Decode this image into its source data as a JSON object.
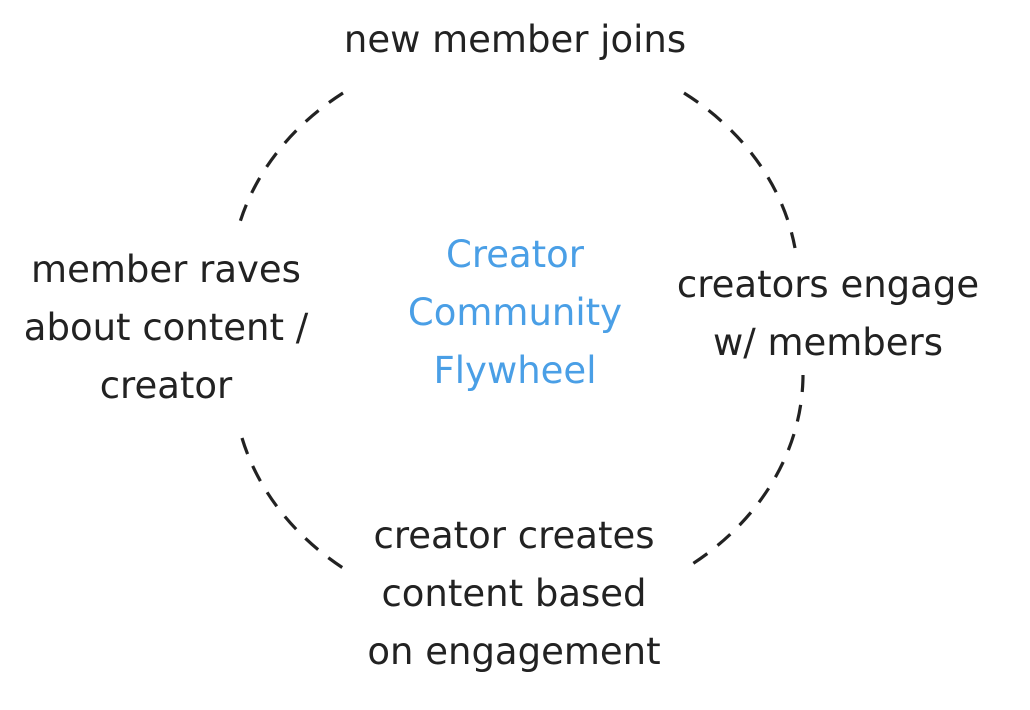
{
  "diagram": {
    "center": {
      "title": "Creator\nCommunity\nFlywheel",
      "color": "#4a9fe6"
    },
    "nodes": {
      "top": "new member joins",
      "right": "creators engage\nw/ members",
      "bottom": "creator creates\ncontent based\non engagement",
      "left": "member raves\nabout content /\ncreator"
    },
    "colors": {
      "text": "#222222",
      "ring": "#222222",
      "background": "#ffffff"
    }
  }
}
